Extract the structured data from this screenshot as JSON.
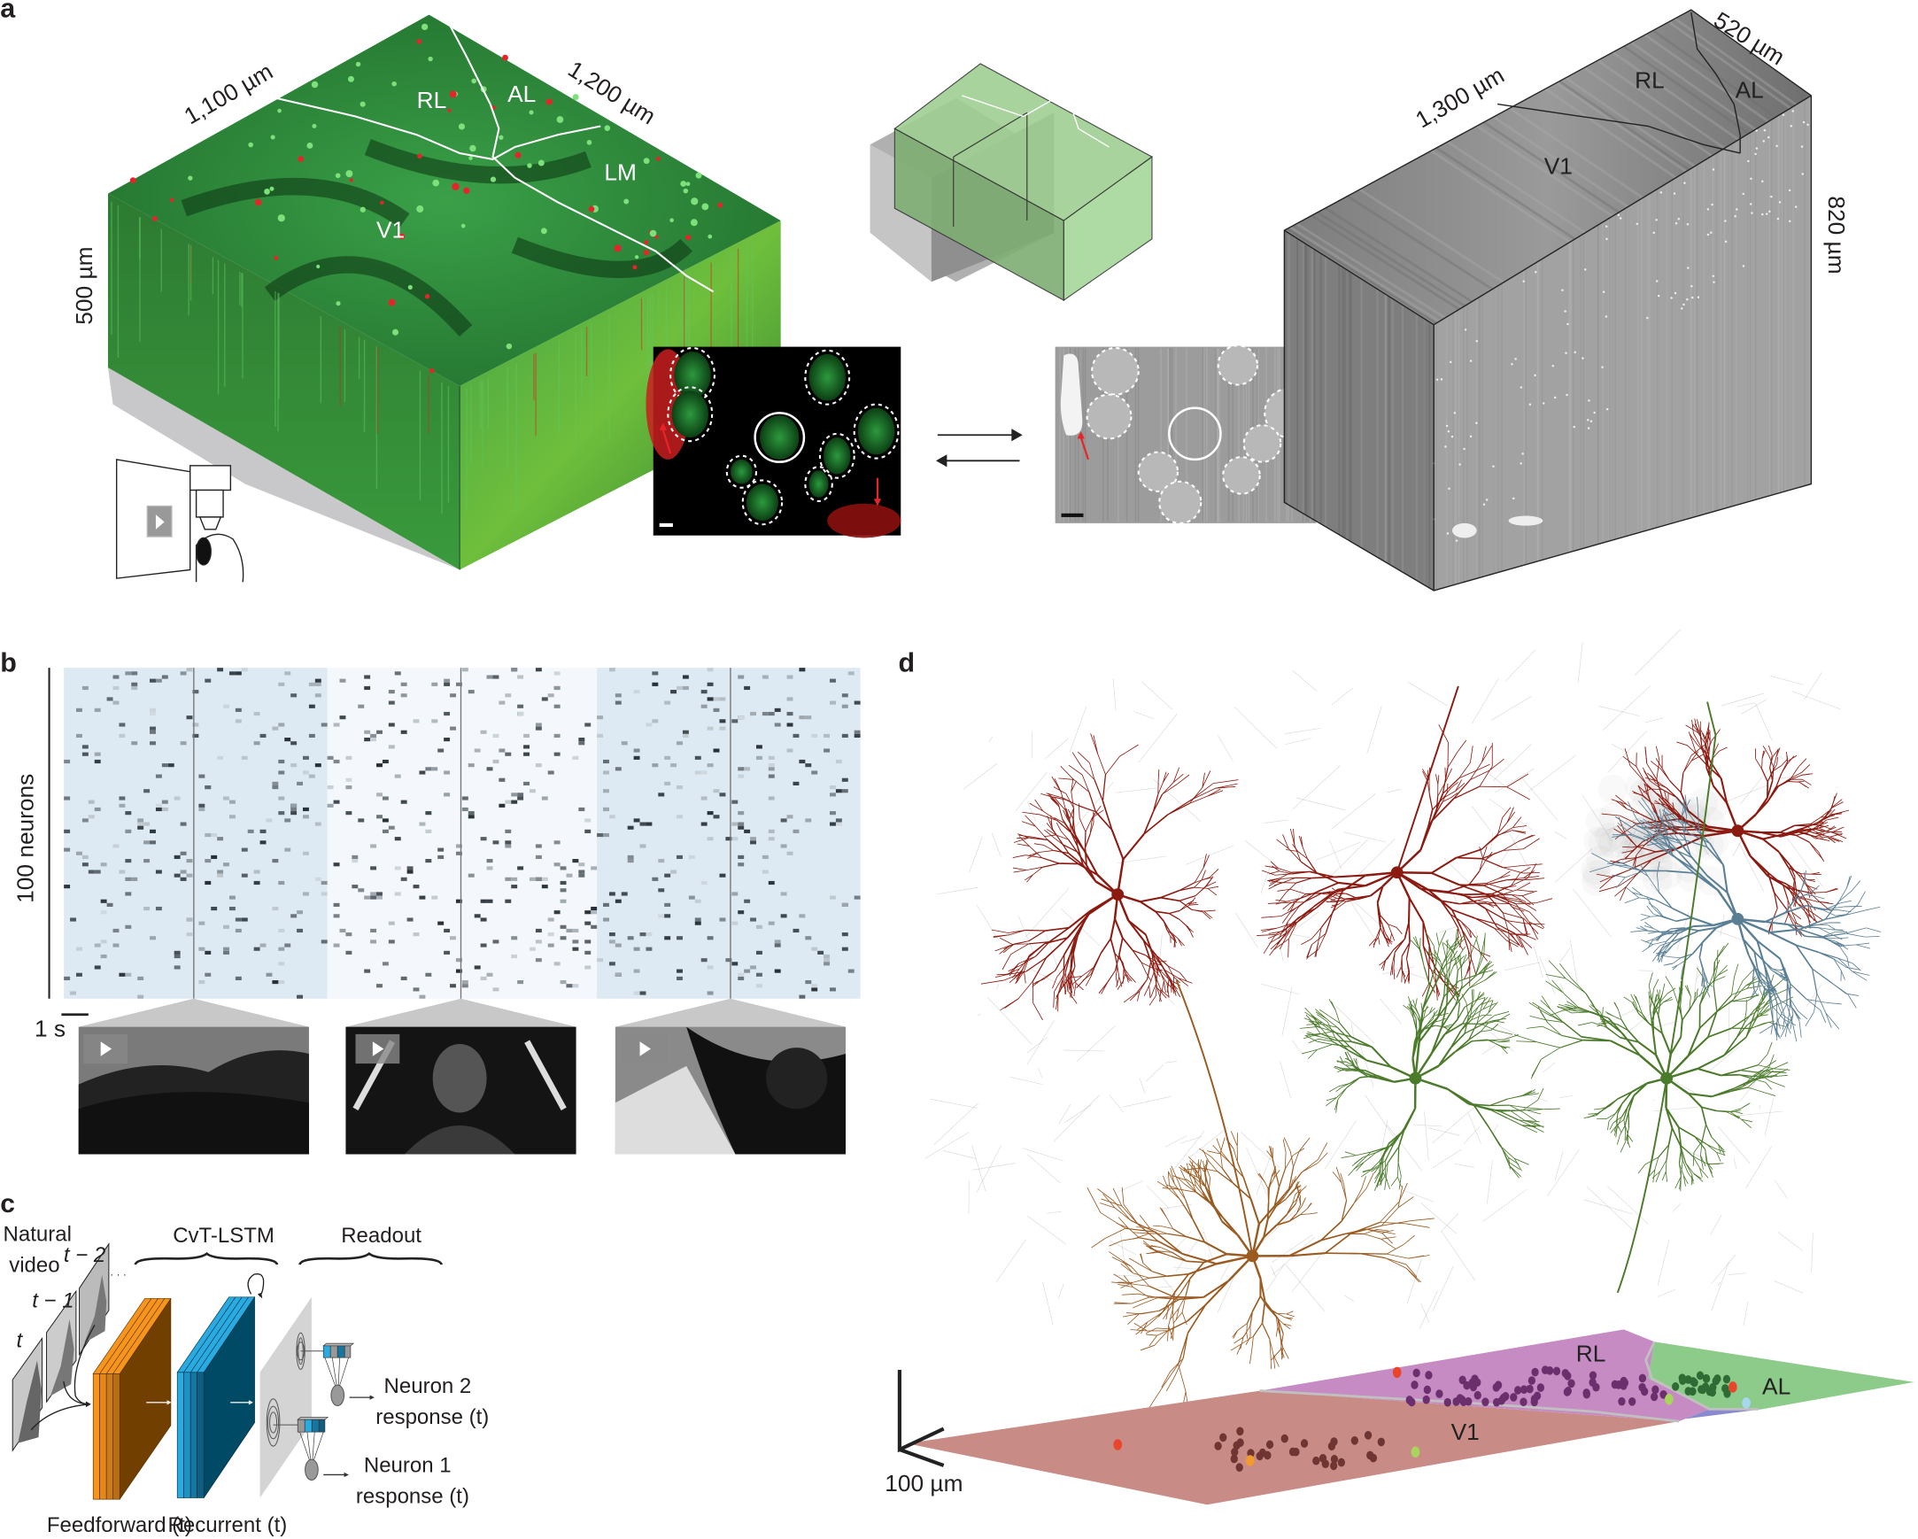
{
  "panels": {
    "a": "a",
    "b": "b",
    "c": "c",
    "d": "d"
  },
  "panel_a": {
    "left_volume": {
      "dim_x": "1,100 µm",
      "dim_y": "1,200 µm",
      "depth": "500 µm",
      "areas": {
        "rl": "RL",
        "al": "AL",
        "lm": "LM",
        "v1": "V1"
      }
    },
    "right_volume": {
      "dim_x": "1,300 µm",
      "dim_y": "520 µm",
      "depth": "820 µm",
      "areas": {
        "rl": "RL",
        "al": "AL",
        "v1": "V1"
      }
    },
    "colors": {
      "functional": "#2e8b3a",
      "em": "#8a8a8a",
      "marker": "#e8242a"
    }
  },
  "panel_b": {
    "ylabel": "100 neurons",
    "scale_bar": "1 s",
    "colors": {
      "shade": "#dde9f3",
      "shade_mid": "#f2f6fa"
    }
  },
  "panel_c": {
    "input_label_1": "Natural",
    "input_label_2": "video",
    "frames": [
      "t",
      "t − 1",
      "t − 2"
    ],
    "ellipsis": "· · ·",
    "core_label": "CvT-LSTM",
    "readout_label": "Readout",
    "feedforward": "Feedforward (t)",
    "recurrent": "Recurrent (t)",
    "neuron2_line1": "Neuron 2",
    "neuron2_line2": "response (t)",
    "neuron1_line1": "Neuron 1",
    "neuron1_line2": "response (t)",
    "colors": {
      "feedforward": "#f7941d",
      "feedforward_dark": "#714000",
      "recurrent": "#29abe2",
      "recurrent_dark": "#004a66"
    }
  },
  "panel_d": {
    "areas": {
      "rl": "RL",
      "al": "AL",
      "v1": "V1"
    },
    "scale_bar": "100 µm",
    "colors": {
      "v1": "#c98b86",
      "rl": "#c68bc3",
      "al": "#8dcb8a",
      "v1_cells": "#6e3532",
      "rl_cells": "#6b2f6d",
      "al_cells": "#2f6b34"
    }
  }
}
